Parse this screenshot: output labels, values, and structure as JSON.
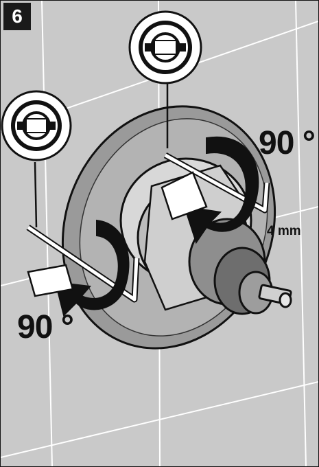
{
  "step": {
    "number": "6"
  },
  "annotations": {
    "rotation_top": "90 °",
    "rotation_bottom": "90 °",
    "tool_size": "4 mm"
  },
  "colors": {
    "tile": "#c9c9c9",
    "grout": "#ffffff",
    "ink": "#111111",
    "badge_bg": "#1a1a1a",
    "badge_text": "#ffffff"
  },
  "icons": {
    "detail_callouts": [
      "lock-detail-icon",
      "lock-detail-icon"
    ],
    "rotation_arrows": [
      "rotate-arrow-icon",
      "rotate-arrow-icon"
    ]
  }
}
